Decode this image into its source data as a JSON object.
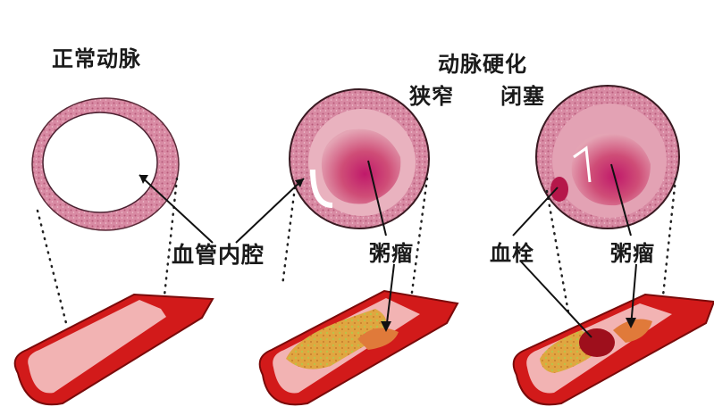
{
  "diagram": {
    "title_normal": "正常动脉",
    "title_sclerosis": "动脉硬化",
    "subtitle_narrowing": "狭窄",
    "subtitle_occlusion": "闭塞",
    "labels": {
      "vessel_lumen": "血管内腔",
      "atheroma_left": "粥瘤",
      "thrombus": "血栓",
      "atheroma_right": "粥瘤"
    },
    "panels": [
      {
        "id": "normal",
        "label": "正常动脉",
        "cross_section": "open lumen ring",
        "vessel": "clear pink lumen"
      },
      {
        "id": "narrowing",
        "label": "狭窄",
        "cross_section": "plaque narrowing lumen",
        "vessel": "yellow atheroma deposits"
      },
      {
        "id": "occlusion",
        "label": "闭塞",
        "cross_section": "lumen nearly closed",
        "vessel": "atheroma with dark red thrombus"
      }
    ],
    "colors": {
      "wall_pink": "#c9728f",
      "vessel_red": "#d21a1a",
      "lumen_pink": "#f4b8b8",
      "plaque_yellow": "#d9a33a",
      "atheroma_magenta": "#c0196a",
      "thrombus_dark": "#9e0f1c",
      "text": "#1a1a1a"
    }
  }
}
